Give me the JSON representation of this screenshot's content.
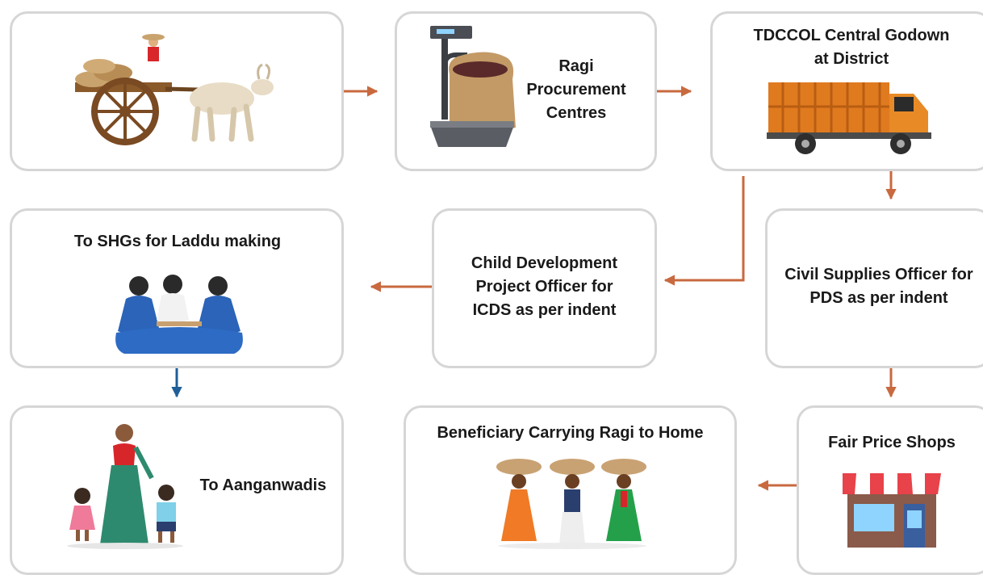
{
  "boxes": {
    "farmer": {
      "label": ""
    },
    "procurement": {
      "label": "Ragi\nProcurement\nCentres"
    },
    "godown": {
      "label": "TDCCOL Central Godown\nat District"
    },
    "shg": {
      "label": "To SHGs for Laddu making"
    },
    "cdpo": {
      "label": "Child Development\nProject Officer for\nICDS as per indent"
    },
    "civil": {
      "label": "Civil Supplies Officer for\nPDS as per indent"
    },
    "anganwadi": {
      "label": "To Aanganwadis"
    },
    "beneficiary": {
      "label": "Beneficiary Carrying Ragi to Home"
    },
    "fps": {
      "label": "Fair Price Shops"
    }
  },
  "icons": {
    "farmer": "bullock-cart-icon",
    "procurement": "weighing-scale-sack-icon",
    "godown": "truck-icon",
    "shg": "women-group-icon",
    "anganwadi": "mother-children-icon",
    "beneficiary": "people-carrying-baskets-icon",
    "fps": "shop-icon"
  },
  "colors": {
    "arrow_orange": "#c8693f",
    "arrow_blue": "#1f5f98",
    "box_border": "#d6d6d6"
  }
}
